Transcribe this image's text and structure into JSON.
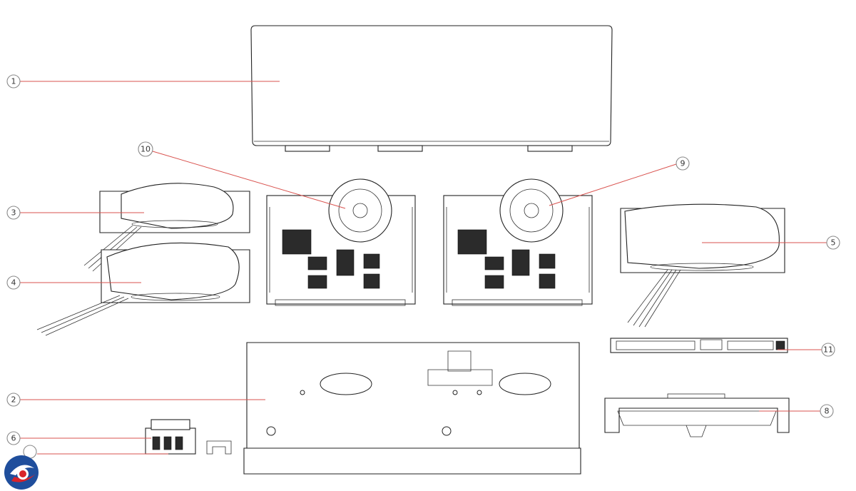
{
  "diagram": {
    "callouts": [
      {
        "id": "1",
        "label": "1"
      },
      {
        "id": "2",
        "label": "2"
      },
      {
        "id": "3",
        "label": "3"
      },
      {
        "id": "4",
        "label": "4"
      },
      {
        "id": "5",
        "label": "5"
      },
      {
        "id": "6",
        "label": "6"
      },
      {
        "id": "8",
        "label": "8"
      },
      {
        "id": "9",
        "label": "9"
      },
      {
        "id": "10",
        "label": "10"
      },
      {
        "id": "11",
        "label": "11"
      }
    ],
    "colors": {
      "leader": "#d9534f",
      "outline": "#222222",
      "callout_border": "#8a8a8a",
      "logo_blue": "#1f4e9c",
      "logo_red": "#d8232a"
    },
    "icons": {
      "logo": "brand-logo-icon"
    }
  }
}
